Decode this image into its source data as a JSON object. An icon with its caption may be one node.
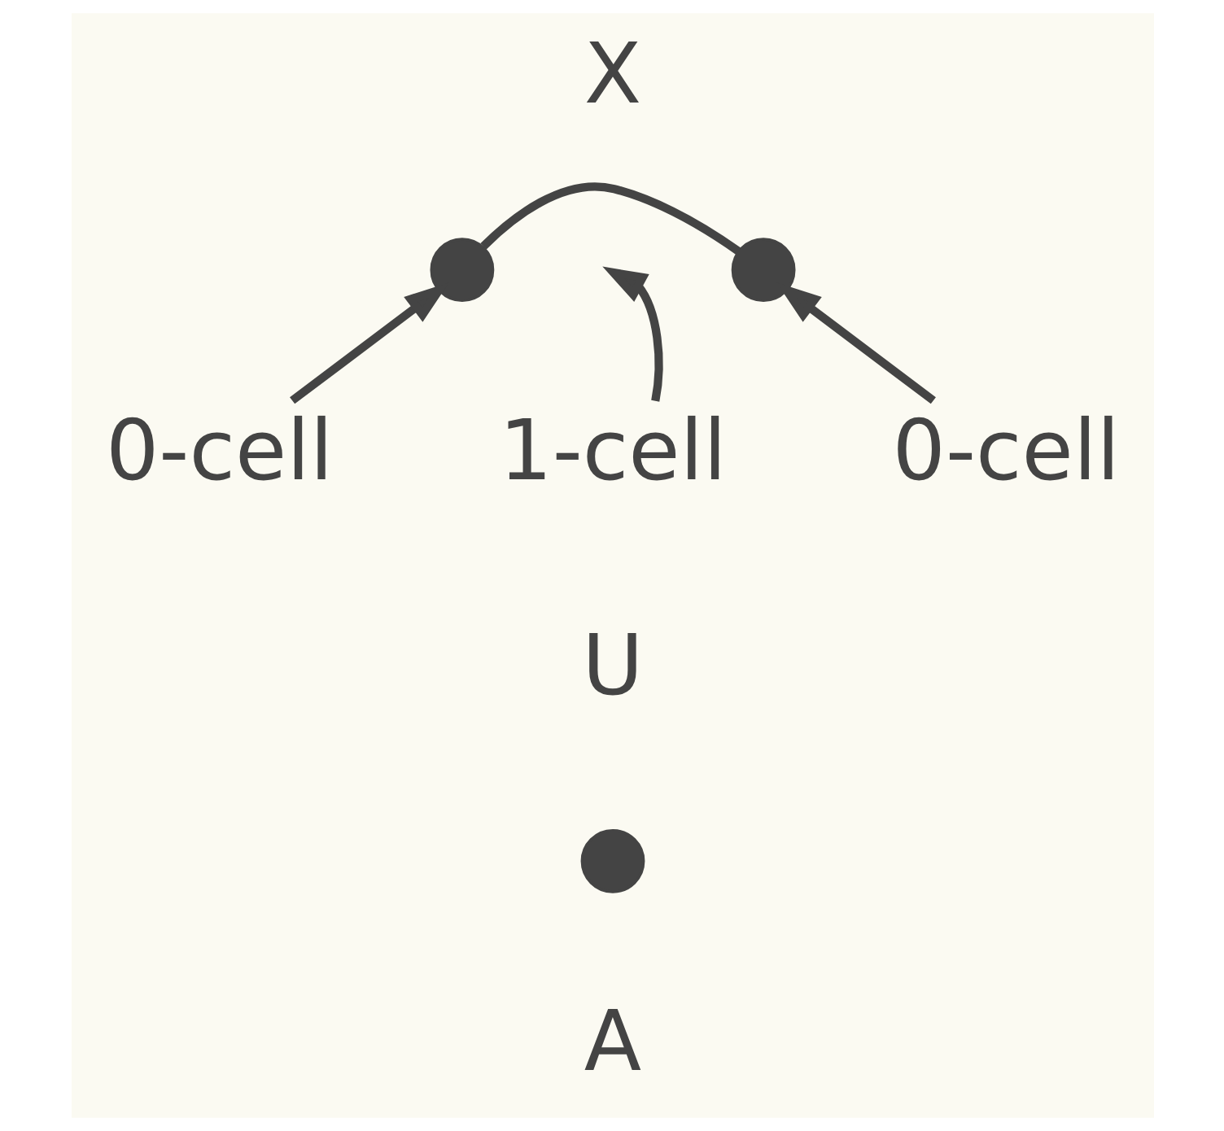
{
  "diagram": {
    "nodes": [
      {
        "text": [],
        "shape": "circle"
      },
      {
        "text": [],
        "shape": "circle"
      },
      {
        "text": [
          "0-cell"
        ]
      },
      {
        "text": [
          "1-cell"
        ]
      },
      {
        "text": [
          "0-cell"
        ]
      },
      {
        "text": [],
        "shape": "circle"
      }
    ],
    "edges": [
      {
        "from": 0,
        "to": 1,
        "arrow": "none"
      },
      {
        "from": 2,
        "to": 0,
        "arrow": "to"
      },
      {
        "from": 3,
        "to": null,
        "arrow": "to"
      },
      {
        "from": 4,
        "to": 1,
        "arrow": "to"
      }
    ],
    "labels": [
      "X",
      "U",
      "A"
    ]
  }
}
